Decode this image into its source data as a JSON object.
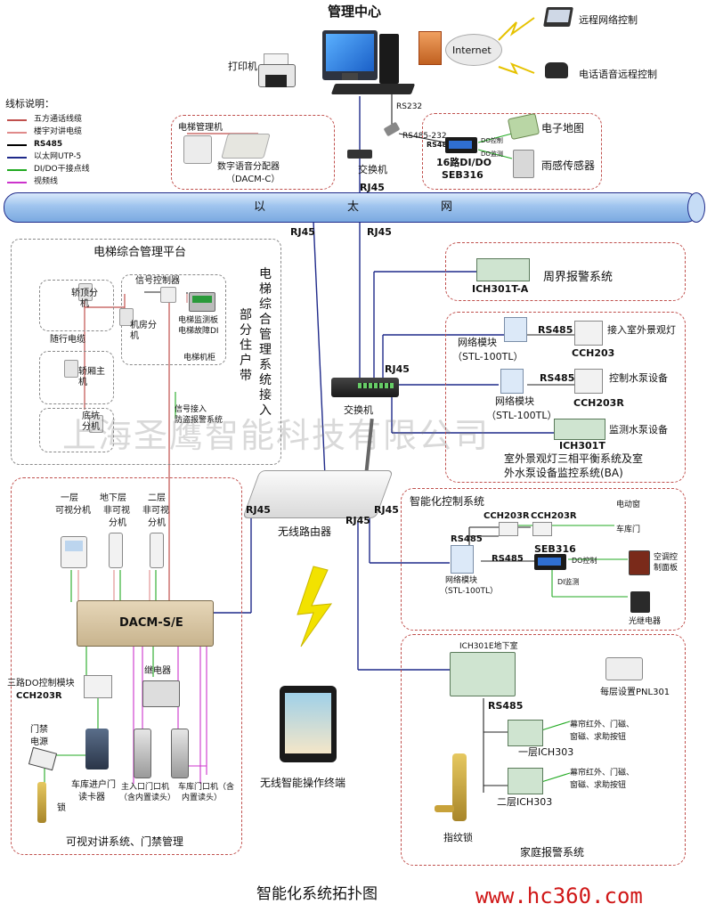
{
  "top": {
    "title": "管理中心",
    "printer": "打印机",
    "internet": "Internet",
    "remote_net": "远程网络控制",
    "remote_phone": "电话语音远程控制",
    "rs232": "RS232",
    "rs485_232": "RS485-232"
  },
  "legend": {
    "title": "线标说明：",
    "items": [
      {
        "label": "五方通话线缆",
        "color": "#c0504d"
      },
      {
        "label": "楼宇对讲电缆",
        "color": "#e08a8a"
      },
      {
        "label": "RS485",
        "color": "#000000"
      },
      {
        "label": "以太网UTP-5",
        "color": "#1f2a8a"
      },
      {
        "label": "DI/DO干接点线",
        "color": "#22aa22"
      },
      {
        "label": "视频线",
        "color": "#cc33cc"
      }
    ]
  },
  "elevator_mgmt": {
    "title": "电梯管理机",
    "splitter": "数字语音分配器",
    "splitter_model": "（DACM-C）",
    "switch": "交换机",
    "rj45": "RJ45"
  },
  "seb_box": {
    "rs485": "RS485",
    "do_ctrl": "DO控制",
    "do_check": "DO监测",
    "device": "16路DI/DO",
    "model": "SEB316",
    "emap": "电子地图",
    "rain": "雨感传感器"
  },
  "ethernet": {
    "c1": "以",
    "c2": "太",
    "c3": "网"
  },
  "rj45_labels": {
    "a": "RJ45",
    "b": "RJ45"
  },
  "elevator_platform": {
    "title": "电梯综合管理平台",
    "car_top": "轿顶分机",
    "machine_room": "机房分机",
    "traveling_cable": "随行电缆",
    "car_host": "轿厢主机",
    "pit": "底坑分机",
    "signal_ctrl": "信号控制器",
    "monitor_board": "电梯监测板",
    "fault_di": "电梯故障DI",
    "cabinet": "电梯机柜",
    "signal_in": "信号接入",
    "signal_in2": "防盗报警系统",
    "vertical": "电梯综合管理系统接入",
    "vertical2": "部分住户带"
  },
  "perimeter": {
    "model": "ICH301T-A",
    "label": "周界报警系统"
  },
  "ba": {
    "switch": "交换机",
    "rj45": "RJ45",
    "net1": "网络模块",
    "net1_model": "（STL-100TL）",
    "rs485_1": "RS485",
    "cch203": "CCH203",
    "lamp": "接入室外景观灯",
    "net2": "网络模块",
    "net2_model": "（STL-100TL）",
    "rs485_2": "RS485",
    "cch203r": "CCH203R",
    "pump_ctrl": "控制水泵设备",
    "ich301t": "ICH301T",
    "pump_mon": "监测水泵设备",
    "caption1": "室外景观灯三相平衡系统及室",
    "caption2": "外水泵设备监控系统(BA)"
  },
  "watermark": "上海圣鹰智能科技有限公司",
  "router": {
    "label": "无线路由器",
    "rj45_left": "RJ45",
    "rj45_mid": "RJ45",
    "rj45_right": "RJ45"
  },
  "intercom": {
    "floor1": "一层",
    "floor1b": "可视分机",
    "basement": "地下层",
    "basement2": "非可视",
    "basement3": "分机",
    "floor2": "二层",
    "floor2b": "非可视",
    "floor2c": "分机",
    "dacm": "DACM-S/E",
    "do3": "三路DO控制模块",
    "cch203r": "CCH203R",
    "relay": "继电器",
    "door_power": "门禁",
    "door_power2": "电源",
    "lock": "锁",
    "reader": "车库进户门",
    "reader2": "读卡器",
    "main_door": "主入口门口机",
    "main_door2": "（含内置读头）",
    "garage_door": "车库门口机（含",
    "garage_door2": "内置读头）",
    "caption": "可视对讲系统、门禁管理"
  },
  "terminal": {
    "label": "无线智能操作终端"
  },
  "smart_ctrl": {
    "title": "智能化控制系统",
    "cch203r_a": "CCH203R",
    "cch203r_b": "CCH203R",
    "electric_window": "电动窗",
    "garage_door": "车库门",
    "rs485_a": "RS485",
    "rs485_b": "RS485",
    "seb316": "SEB316",
    "do_ctrl": "DO控制",
    "di_mon": "DI监测",
    "ac_panel": "空调控",
    "ac_panel2": "制面板",
    "net": "网络模块",
    "net_model": "（STL-100TL）",
    "relay": "光继电器"
  },
  "home_alarm": {
    "ich301e": "ICH301E地下室",
    "pnl": "每层设置PNL301",
    "rs485": "RS485",
    "floor1": "一层ICH303",
    "floor2": "二层ICH303",
    "sensors1": "幕帘红外、门磁、",
    "sensors1b": "窗磁、求助按钮",
    "sensors2": "幕帘红外、门磁、",
    "sensors2b": "窗磁、求助按钮",
    "fingerprint": "指纹锁",
    "caption": "家庭报警系统"
  },
  "footer": {
    "title": "智能化系统拓扑图",
    "site": "www.hc360.com"
  }
}
